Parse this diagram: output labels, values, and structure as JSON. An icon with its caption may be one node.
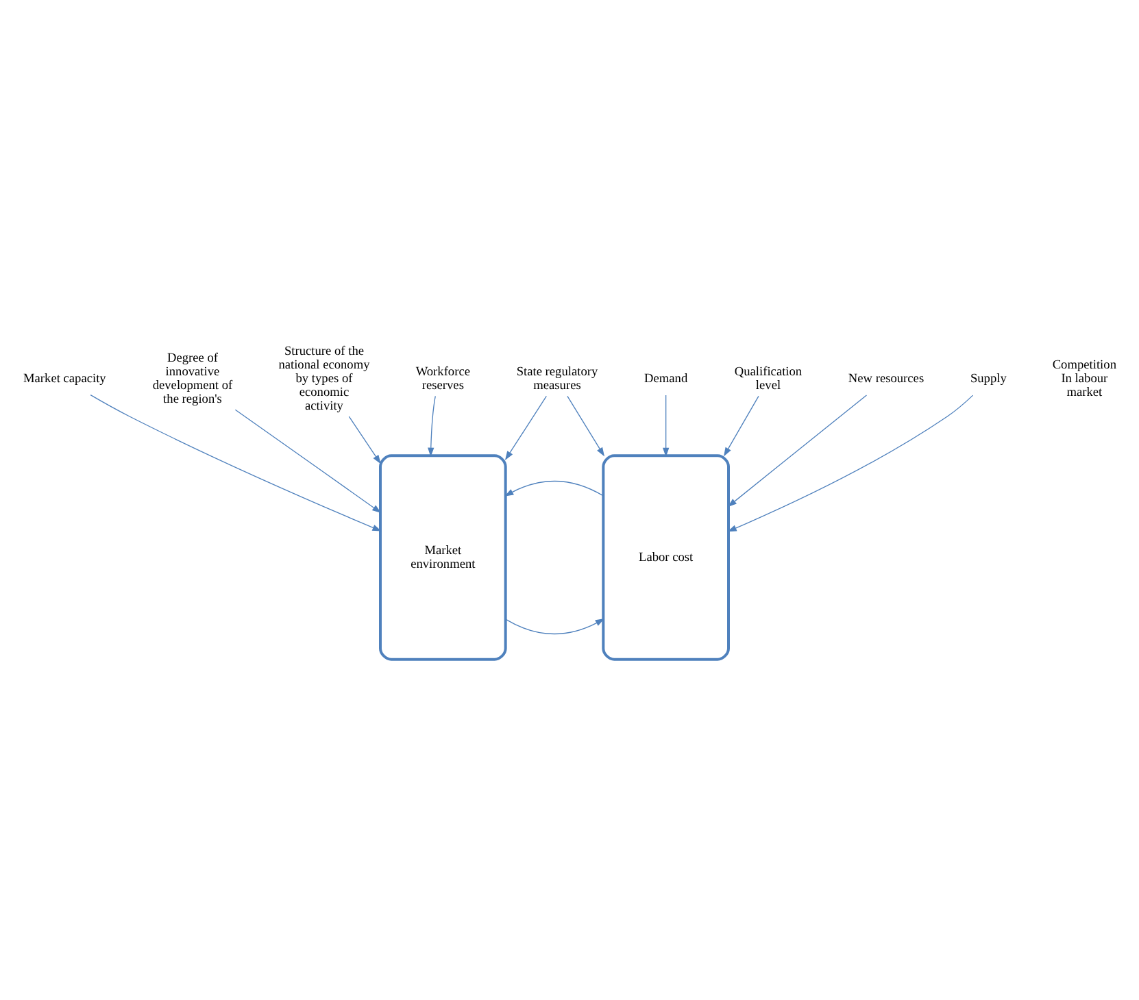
{
  "diagram": {
    "nodes": [
      {
        "text": [
          "State regulatory measures"
        ]
      },
      {
        "text": [
          "Market capacity"
        ]
      },
      {
        "text": [
          "Degree of innovative development of the region's"
        ]
      },
      {
        "text": [
          "Structure of the national economy by types of economic activity"
        ]
      },
      {
        "text": [
          "Workforce reserves"
        ]
      },
      {
        "text": [
          "Market environment"
        ]
      },
      {
        "text": [
          "Labor cost"
        ]
      },
      {
        "text": [
          "Demand"
        ]
      },
      {
        "text": [
          "Qualification level"
        ]
      },
      {
        "text": [
          "New resources"
        ]
      },
      {
        "text": [
          "Supply"
        ]
      }
    ],
    "edges": [
      {
        "from": 0,
        "to": 5,
        "arrow": "to"
      },
      {
        "from": 0,
        "to": 6,
        "arrow": "to"
      },
      {
        "from": 1,
        "to": 5,
        "arrow": "to"
      },
      {
        "from": 2,
        "to": 5,
        "arrow": "to"
      },
      {
        "from": 3,
        "to": 5,
        "arrow": "to"
      },
      {
        "from": 4,
        "to": 5,
        "arrow": "to"
      },
      {
        "from": 5,
        "to": 6,
        "arrow": "to"
      },
      {
        "from": 6,
        "to": 5,
        "arrow": "to"
      },
      {
        "from": 7,
        "to": 6,
        "arrow": "to"
      },
      {
        "from": 8,
        "to": 6,
        "arrow": "to"
      },
      {
        "from": 9,
        "to": 6,
        "arrow": "to"
      },
      {
        "from": 10,
        "to": 6,
        "arrow": "to"
      }
    ],
    "labels": [
      "Competition In labour market"
    ]
  }
}
